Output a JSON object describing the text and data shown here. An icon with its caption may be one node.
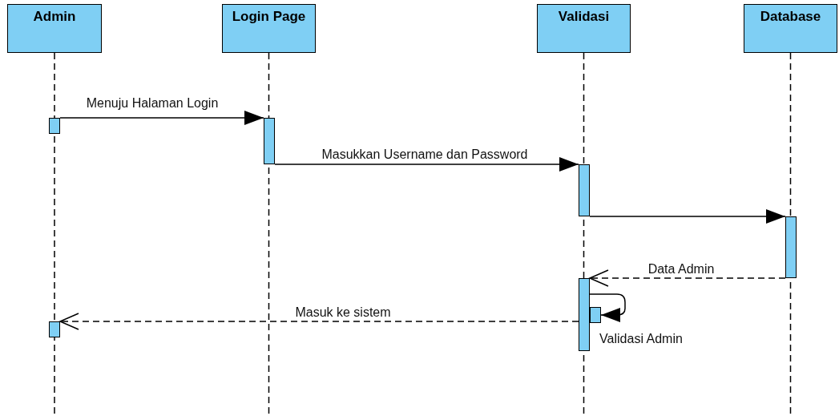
{
  "diagram": {
    "nodes": [
      {
        "text": [
          "Admin"
        ]
      },
      {
        "text": [
          "Login Page"
        ]
      },
      {
        "text": [
          "Validasi"
        ]
      },
      {
        "text": [
          "Database"
        ]
      },
      {
        "text": [],
        "shape": "bar"
      },
      {
        "text": [],
        "shape": "bar"
      },
      {
        "text": [],
        "shape": "bar"
      },
      {
        "text": [],
        "shape": "bar"
      },
      {
        "text": [],
        "shape": "bar"
      },
      {
        "text": [],
        "shape": "bar"
      },
      {
        "text": [],
        "shape": "bar"
      }
    ],
    "edges": [
      {
        "from": 4,
        "to": 5,
        "arrow": "to",
        "label": "Menuju Halaman Login"
      },
      {
        "from": 5,
        "to": 6,
        "arrow": "to",
        "label": "Masukkan Username dan Password"
      },
      {
        "from": 6,
        "to": 7,
        "arrow": "to"
      },
      {
        "from": 7,
        "to": 8,
        "arrow": "to",
        "label": "Data Admin",
        "style": "dashed"
      },
      {
        "from": 8,
        "to": 9,
        "arrow": "to",
        "label": "Validasi Admin"
      },
      {
        "from": 8,
        "to": 10,
        "arrow": "to",
        "label": "Masuk ke sistem",
        "style": "dashed"
      }
    ]
  }
}
